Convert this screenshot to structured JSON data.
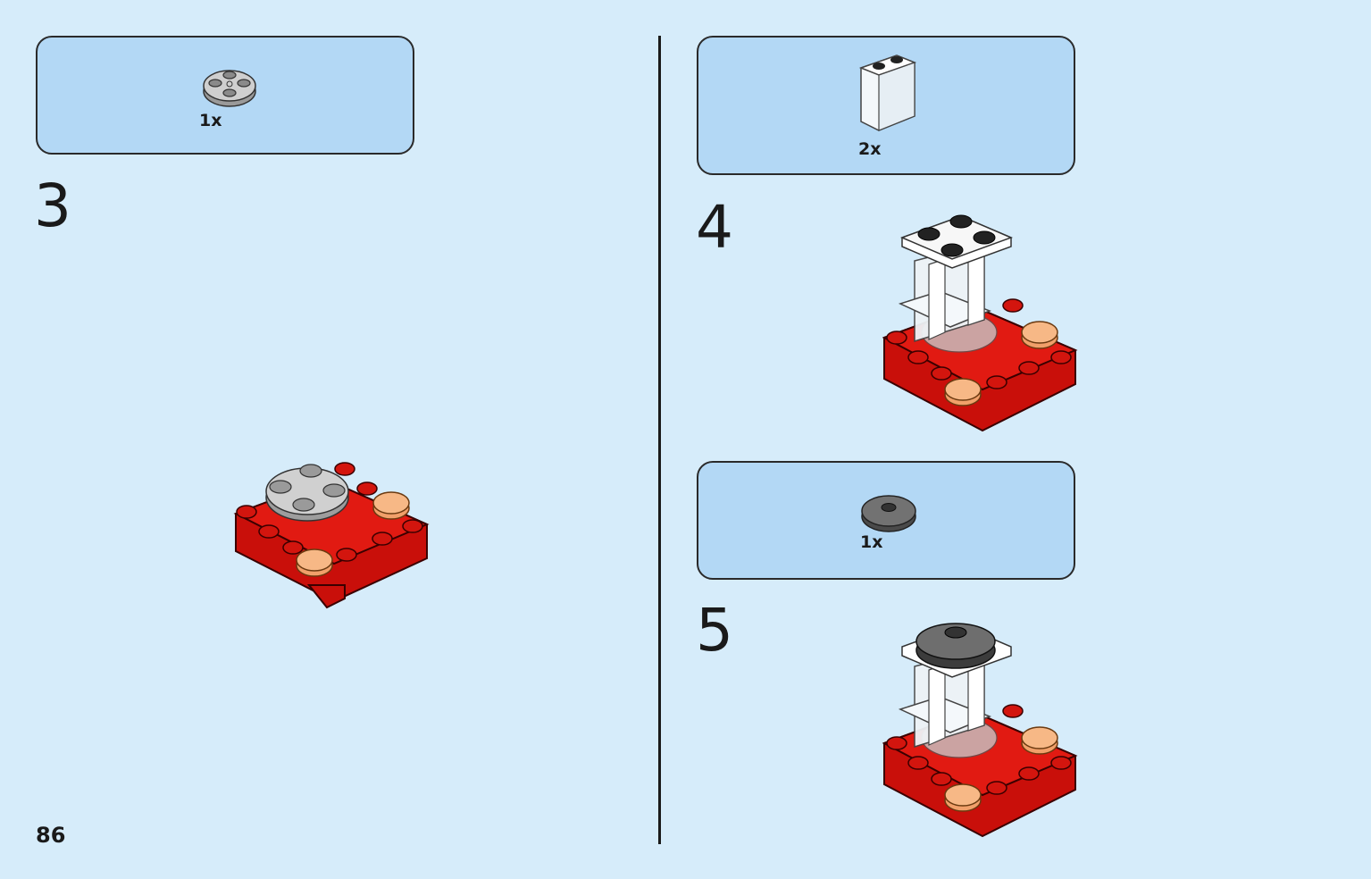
{
  "page_number": "86",
  "steps": [
    {
      "number": "3",
      "parts": [
        {
          "quantity": "1x",
          "icon": "round-plate-2x2-light-gray-icon"
        }
      ]
    },
    {
      "number": "4",
      "parts": [
        {
          "quantity": "2x",
          "icon": "transparent-panel-1x2x2-icon"
        }
      ]
    },
    {
      "number": "5",
      "parts": [
        {
          "quantity": "1x",
          "icon": "round-tile-2x2-dark-gray-icon"
        }
      ]
    }
  ],
  "colors": {
    "page_background": "#d6ecfa",
    "parts_box": "#b3d8f5",
    "brick_red": "#e11a12",
    "trans_orange": "#f4a36a",
    "light_gray": "#c8c8c8",
    "dark_gray": "#6a6a6a"
  }
}
